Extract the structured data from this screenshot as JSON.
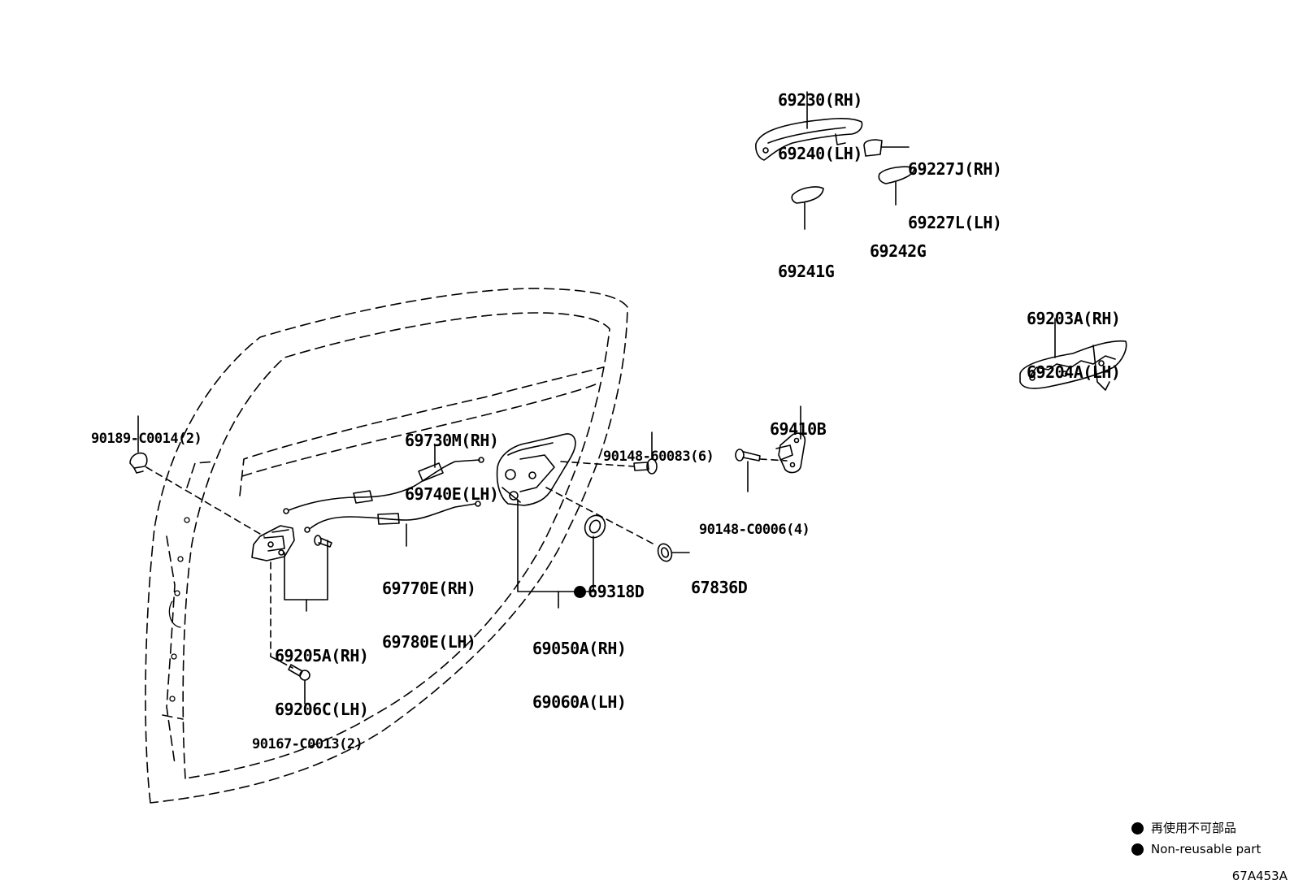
{
  "parts": {
    "p69230": [
      "69230(RH)",
      "69240(LH)"
    ],
    "p69227": [
      "69227J(RH)",
      "69227L(LH)"
    ],
    "p69241": "69241G",
    "p69242": "69242G",
    "p69203": [
      "69203A(RH)",
      "69204A(LH)"
    ],
    "p69410": "69410B",
    "p90148a": "90148-60083(6)",
    "p90148b": "90148-C0006(4)",
    "p67836": "67836D",
    "p69318": "69318D",
    "p69050": [
      "69050A(RH)",
      "69060A(LH)"
    ],
    "p69730": [
      "69730M(RH)",
      "69740E(LH)"
    ],
    "p69770": [
      "69770E(RH)",
      "69780E(LH)"
    ],
    "p69205": [
      "69205A(RH)",
      "69206C(LH)"
    ],
    "p90189": "90189-C0014(2)",
    "p90167": "90167-C0013(2)"
  },
  "legend": {
    "jp": "再使用不可部品",
    "en": "Non-reusable part"
  },
  "illustration_code": "67A453A",
  "colors": {
    "ink": "#000000",
    "paper": "#ffffff"
  }
}
